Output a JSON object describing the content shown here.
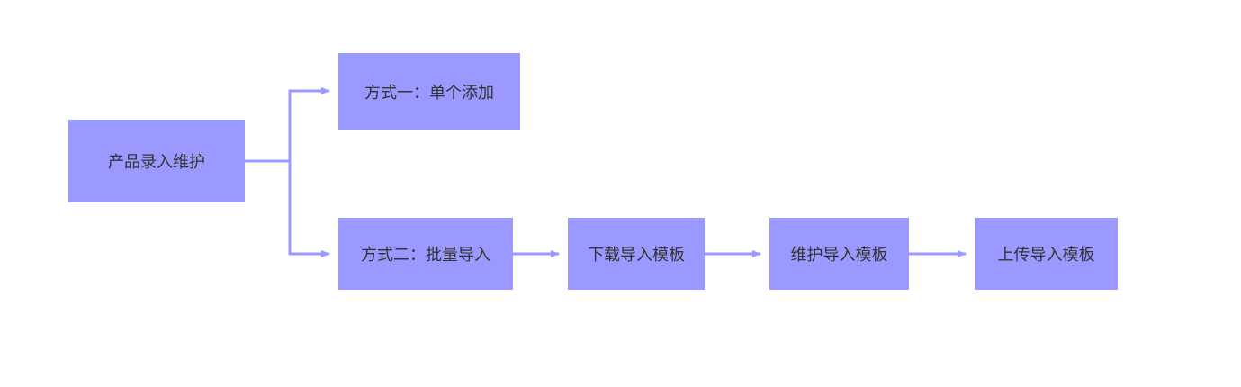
{
  "diagram": {
    "colors": {
      "node_fill": "#9999ff",
      "edge": "#9999ff",
      "text": "#333333"
    },
    "nodes": {
      "root": {
        "label": "产品录入维护"
      },
      "single": {
        "label": "方式一：单个添加"
      },
      "batch": {
        "label": "方式二：批量导入"
      },
      "download": {
        "label": "下载导入模板"
      },
      "maintain": {
        "label": "维护导入模板"
      },
      "upload": {
        "label": "上传导入模板"
      }
    },
    "edges": [
      {
        "from": "root",
        "to": "single"
      },
      {
        "from": "root",
        "to": "batch"
      },
      {
        "from": "batch",
        "to": "download"
      },
      {
        "from": "download",
        "to": "maintain"
      },
      {
        "from": "maintain",
        "to": "upload"
      }
    ]
  }
}
